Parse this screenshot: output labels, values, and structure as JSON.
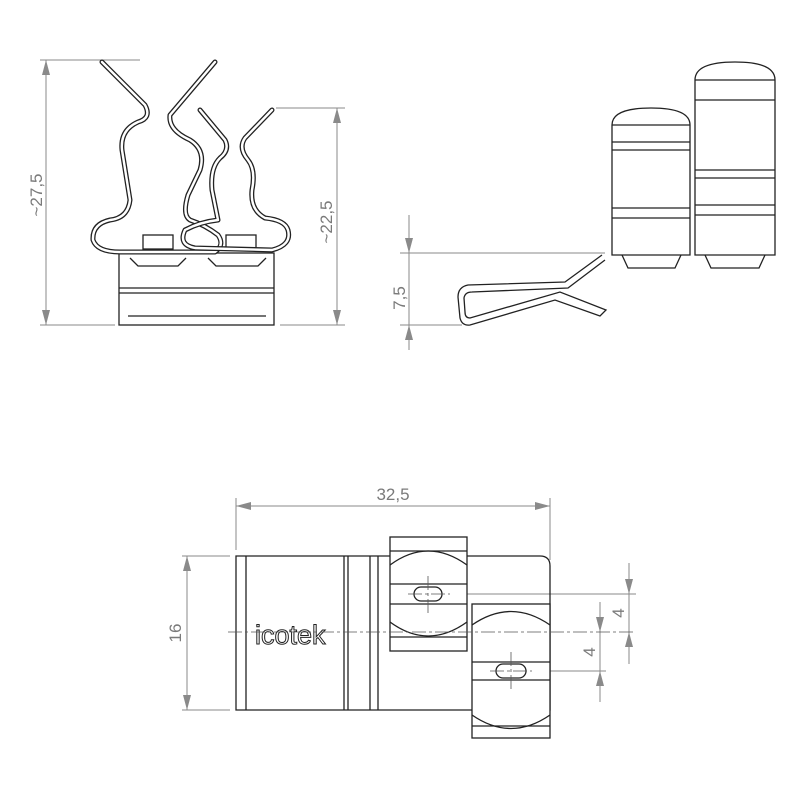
{
  "drawing": {
    "front_view": {
      "height_total": "~27,5",
      "height_clip": "~22,5"
    },
    "side_view": {
      "height_base": "7,5"
    },
    "top_view": {
      "width": "32,5",
      "depth": "16",
      "offset_upper": "4",
      "offset_lower": "4",
      "logo": "icotek"
    }
  }
}
